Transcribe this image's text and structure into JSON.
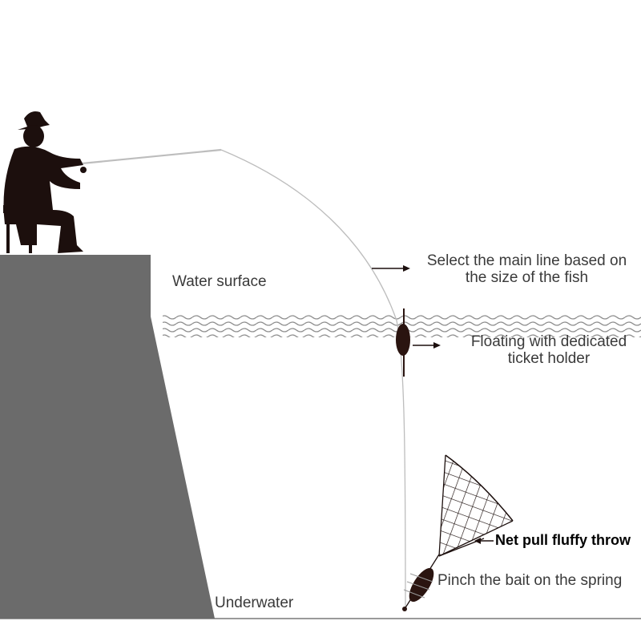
{
  "labels": {
    "water_surface": "Water surface",
    "underwater": "Underwater",
    "main_line_1": "Select the main line based on",
    "main_line_2": "the size of the fish",
    "float_1": "Floating with dedicated",
    "float_2": "ticket holder",
    "net": "Net pull fluffy throw",
    "bait": "Pinch the bait on the spring"
  },
  "colors": {
    "bank": "#6b6b6b",
    "silhouette": "#1c0f0d",
    "float": "#2a1410",
    "water": "#8e8e8e",
    "line": "#bdbdbd",
    "text": "#3a3a3a"
  },
  "icons": {
    "angler": "angler-silhouette-icon",
    "float": "fishing-float-icon",
    "net": "cast-net-icon",
    "bait": "bait-spring-icon"
  }
}
